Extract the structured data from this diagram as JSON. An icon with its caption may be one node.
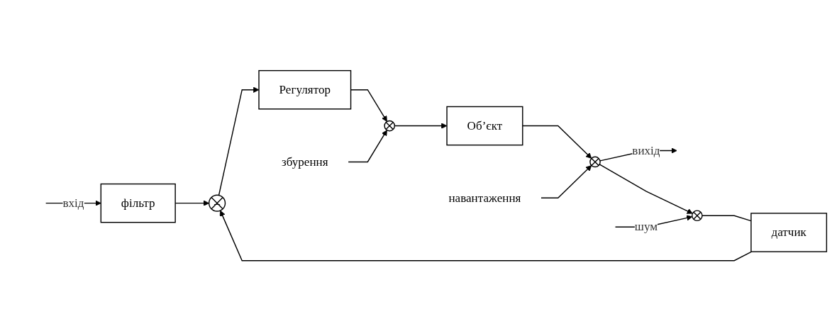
{
  "diagram": {
    "nodes": [
      {
        "text": [
          "збурення"
        ]
      },
      {
        "text": [
          "навантаження"
        ]
      },
      {
        "text": [
          "фільтр"
        ]
      },
      {
        "text": [
          "–"
        ]
      },
      {
        "text": [
          "Регулятор"
        ]
      },
      {
        "text": [],
        "shape": "circle"
      },
      {
        "text": [
          "Об’єкт"
        ]
      },
      {
        "text": [],
        "shape": "circle"
      },
      {
        "text": [
          "датчик"
        ]
      },
      {
        "text": [],
        "shape": "circle"
      }
    ],
    "edges": [
      {
        "from": null,
        "to": 2,
        "arrow": "to",
        "label": "вхід"
      },
      {
        "from": 2,
        "to": 3,
        "arrow": "to"
      },
      {
        "from": 3,
        "to": 4,
        "arrow": "to"
      },
      {
        "from": 4,
        "to": 5,
        "arrow": "to"
      },
      {
        "from": 0,
        "to": 5,
        "arrow": "to"
      },
      {
        "from": 5,
        "to": 6,
        "arrow": "to"
      },
      {
        "from": 6,
        "to": 7,
        "arrow": "to"
      },
      {
        "from": 1,
        "to": 7,
        "arrow": "to"
      },
      {
        "from": 7,
        "to": null,
        "arrow": "to",
        "label": "вихід"
      },
      {
        "from": 7,
        "to": 9,
        "arrow": "to"
      },
      {
        "from": null,
        "to": 9,
        "arrow": "to",
        "label": "шум"
      },
      {
        "from": 9,
        "to": 8,
        "arrow": "none"
      },
      {
        "from": 8,
        "to": 3,
        "arrow": "to"
      }
    ]
  }
}
